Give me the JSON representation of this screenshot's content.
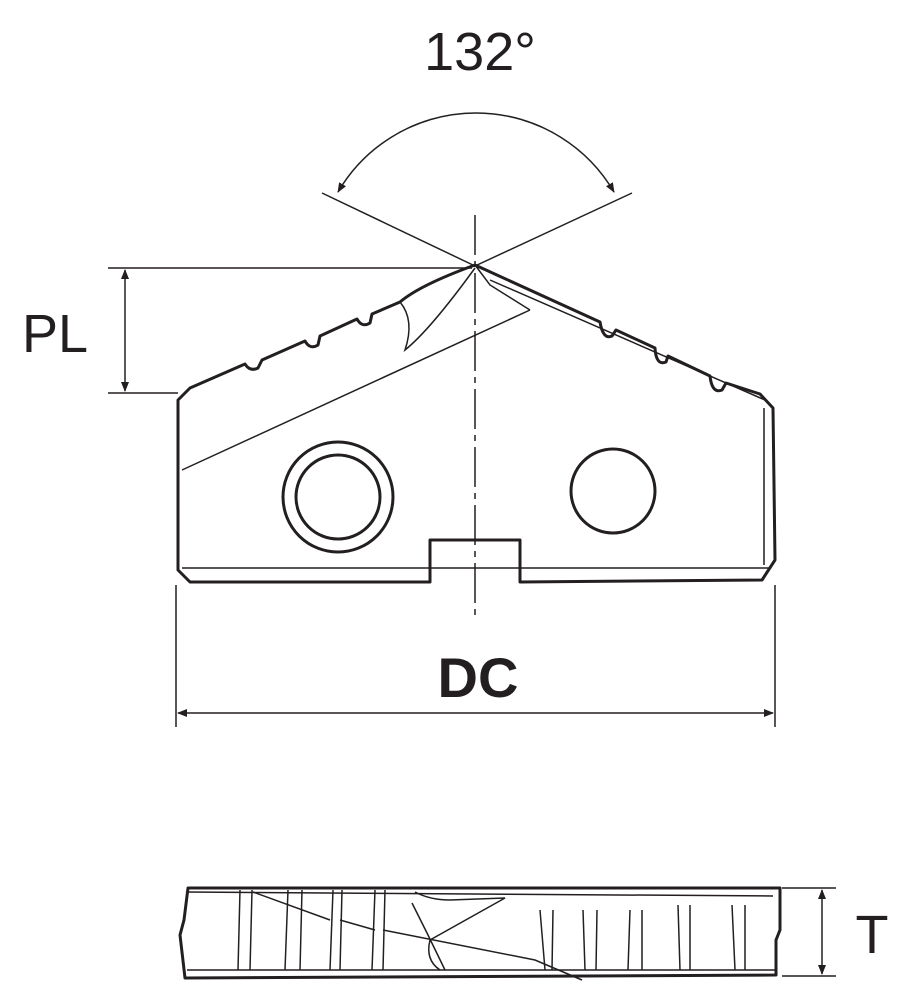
{
  "labels": {
    "angle": "132°",
    "point_length": "PL",
    "cutting_diameter": "DC",
    "thickness": "T"
  },
  "colors": {
    "line": "#231f20",
    "background": "#ffffff"
  }
}
